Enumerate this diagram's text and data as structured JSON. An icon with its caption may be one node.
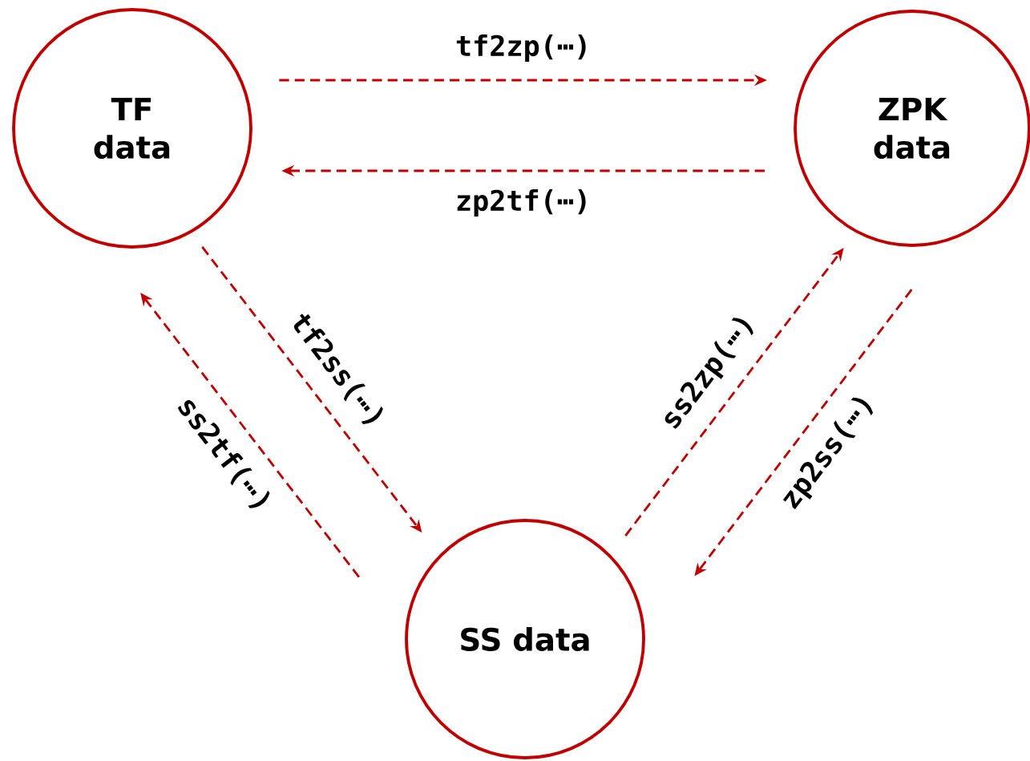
{
  "diagram": {
    "nodes": [
      {
        "text": [
          "TF data"
        ]
      },
      {
        "text": [
          "ZPK data"
        ]
      },
      {
        "text": [
          "SS data"
        ]
      }
    ],
    "edges": [
      {
        "from": 0,
        "to": 1,
        "arrow": "to",
        "label": "tf2zp(⋯)",
        "style": "dashed"
      },
      {
        "from": 1,
        "to": 0,
        "arrow": "to",
        "label": "zp2tf(⋯)",
        "style": "dashed"
      },
      {
        "from": 0,
        "to": 2,
        "arrow": "to",
        "label": "tf2ss(⋯)",
        "style": "dashed"
      },
      {
        "from": 2,
        "to": 0,
        "arrow": "to",
        "label": "ss2tf(⋯)",
        "style": "dashed"
      },
      {
        "from": 2,
        "to": 1,
        "arrow": "to",
        "label": "ss2zp(⋯)",
        "style": "dashed"
      },
      {
        "from": 1,
        "to": 2,
        "arrow": "to",
        "label": "zp2ss(⋯)",
        "style": "dashed"
      }
    ]
  }
}
